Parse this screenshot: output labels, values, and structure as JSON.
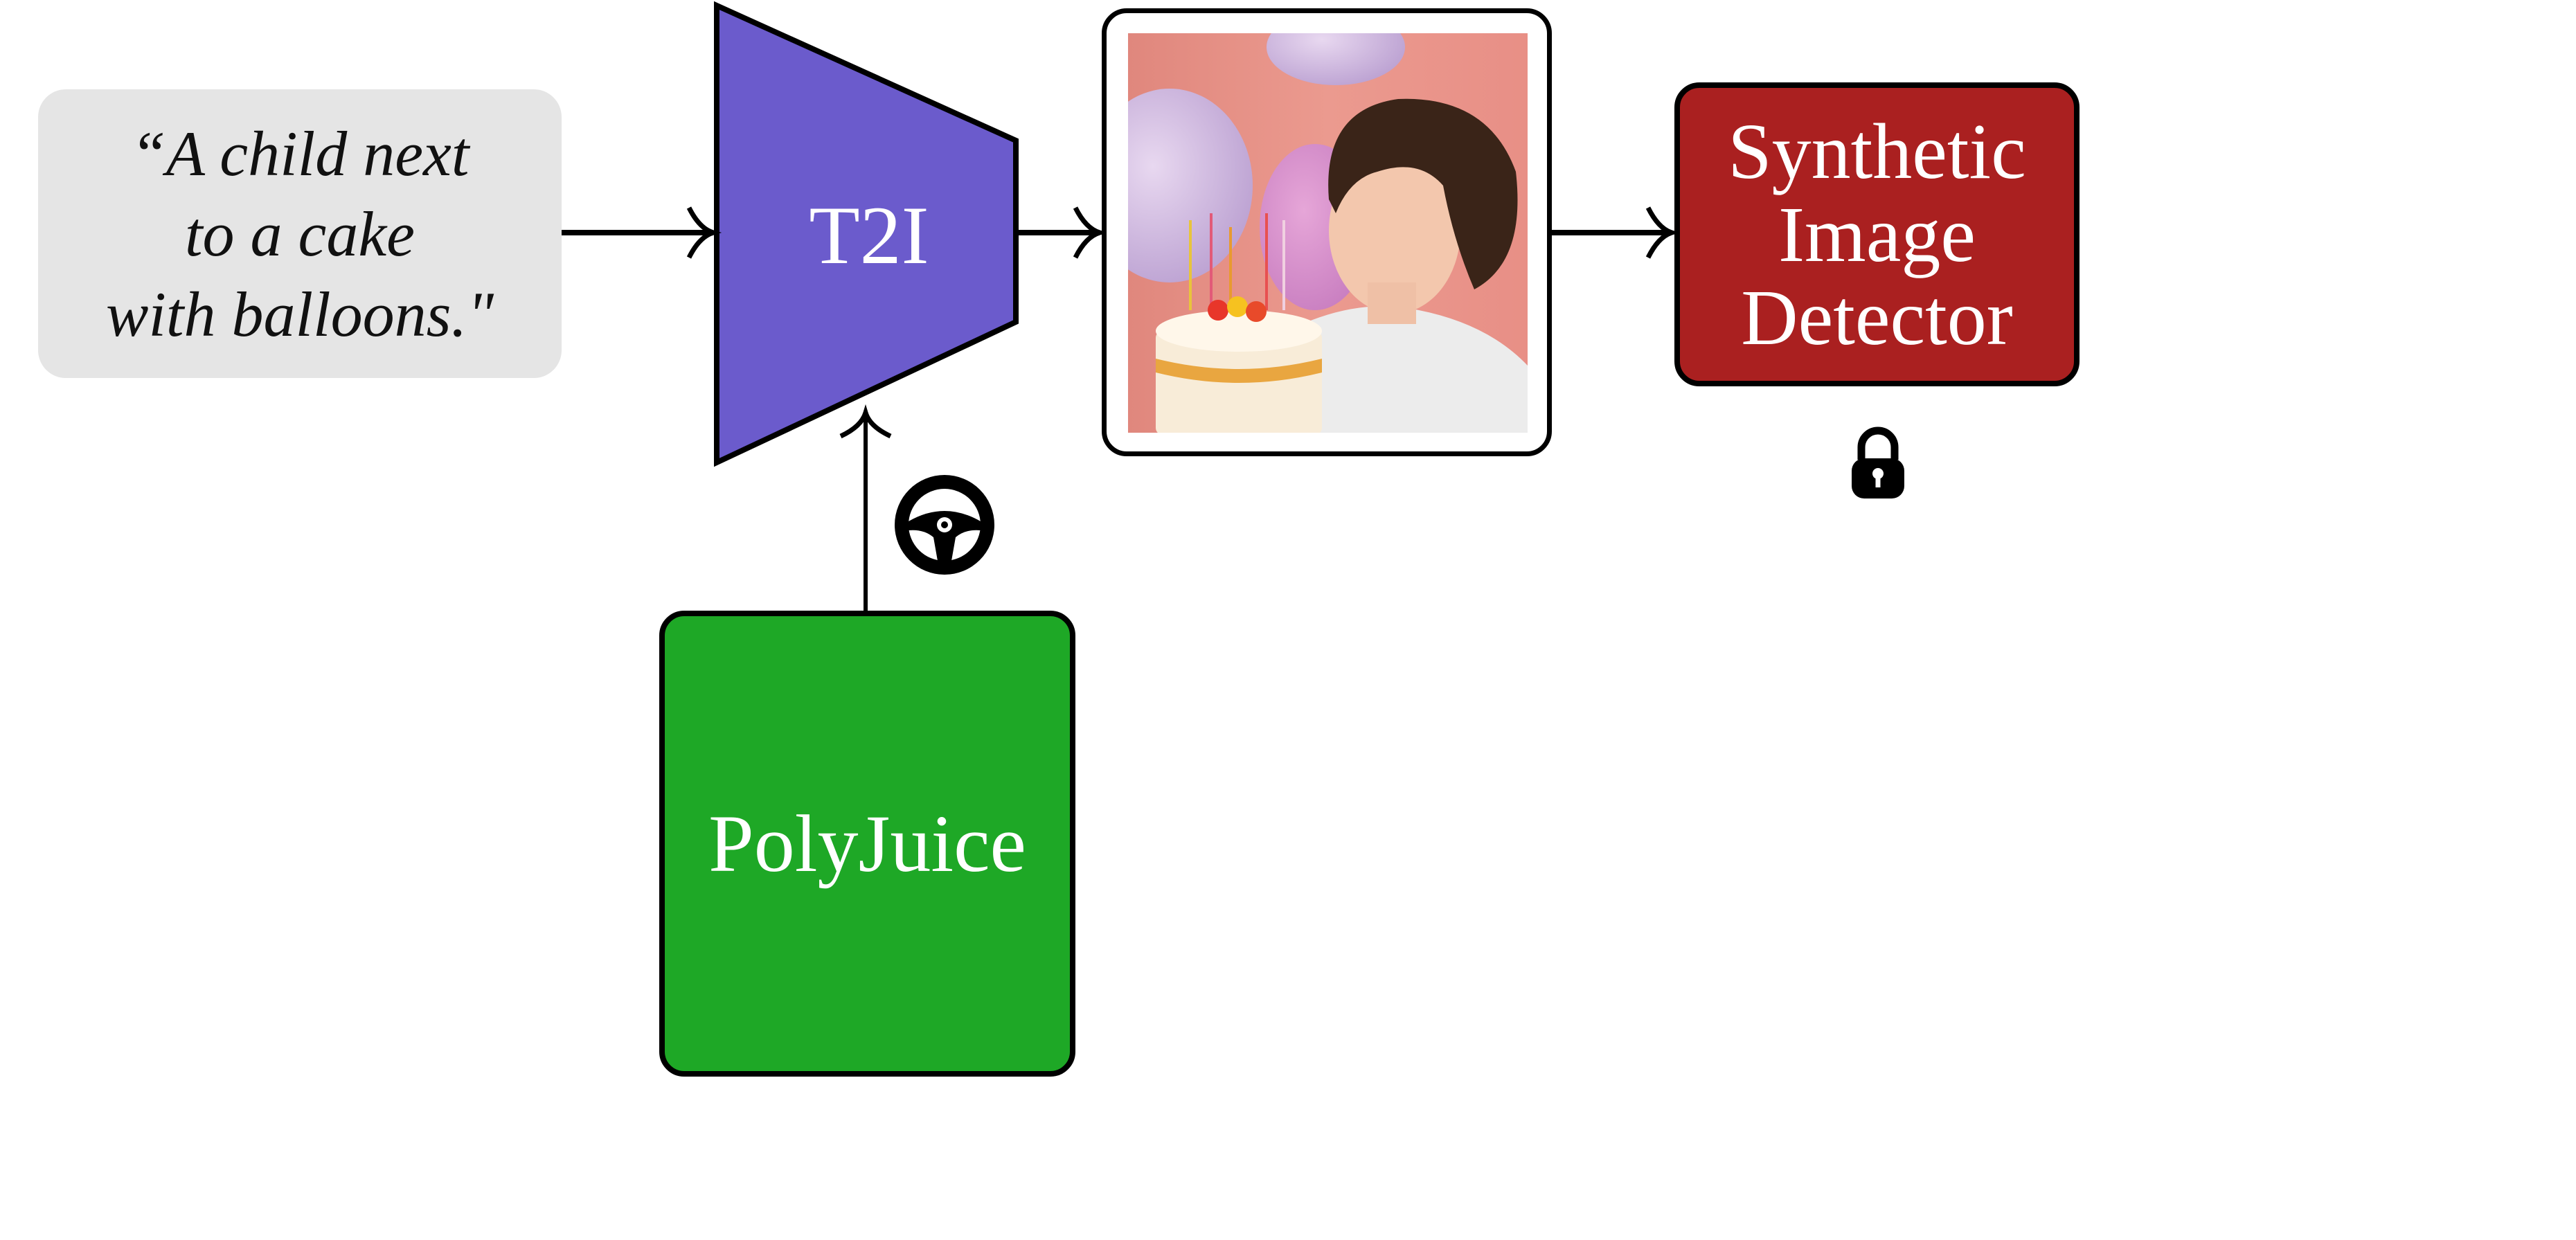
{
  "prompt": {
    "lines": [
      "“A child next",
      "to a cake",
      "with balloons.\""
    ]
  },
  "t2i": {
    "label": "T2I"
  },
  "generated_image": {
    "description_icon": "child-with-cake-photo"
  },
  "detector": {
    "lines": [
      "Synthetic",
      "Image",
      "Detector"
    ],
    "status_icon": "lock-icon"
  },
  "polyjuice": {
    "label": "PolyJuice",
    "icon": "steering-wheel-icon"
  },
  "colors": {
    "prompt_bg": "#e5e5e5",
    "t2i": "#6b5bcc",
    "detector": "#aa2020",
    "polyjuice": "#1ea826"
  }
}
